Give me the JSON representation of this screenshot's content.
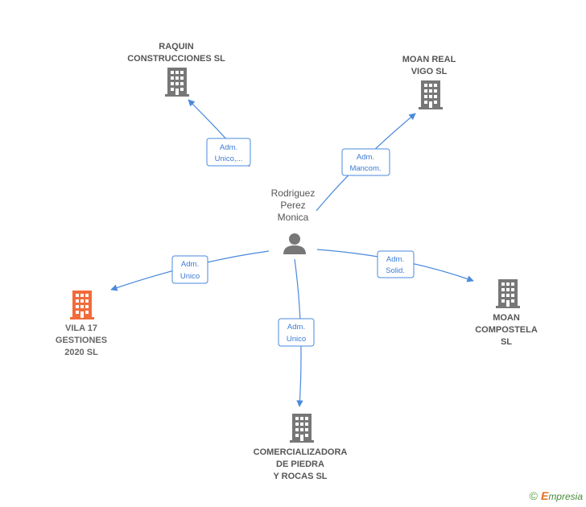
{
  "center": {
    "label_lines": [
      "Rodriguez",
      "Perez",
      "Monica"
    ],
    "icon": "person-icon"
  },
  "companies": [
    {
      "id": "raquin",
      "label_lines": [
        "RAQUIN",
        "CONSTRUCCIONES SL"
      ],
      "icon": "building-icon",
      "color": "#777777"
    },
    {
      "id": "moan-real-vigo",
      "label_lines": [
        "MOAN REAL",
        "VIGO  SL"
      ],
      "icon": "building-icon",
      "color": "#777777"
    },
    {
      "id": "vila17",
      "label_lines": [
        "VILA 17",
        "GESTIONES",
        "2020  SL"
      ],
      "icon": "building-icon",
      "color": "#f26b3a"
    },
    {
      "id": "moan-compostela",
      "label_lines": [
        "MOAN",
        "COMPOSTELA",
        "SL"
      ],
      "icon": "building-icon",
      "color": "#777777"
    },
    {
      "id": "comercializadora",
      "label_lines": [
        "COMERCIALIZADORA",
        "DE PIEDRA",
        "Y ROCAS  SL"
      ],
      "icon": "building-icon",
      "color": "#777777"
    }
  ],
  "edges": [
    {
      "to": "raquin",
      "label_lines": [
        "Adm.",
        "Unico,..."
      ]
    },
    {
      "to": "moan-real-vigo",
      "label_lines": [
        "Adm.",
        "Mancom."
      ]
    },
    {
      "to": "vila17",
      "label_lines": [
        "Adm.",
        "Unico"
      ]
    },
    {
      "to": "moan-compostela",
      "label_lines": [
        "Adm.",
        "Solid."
      ]
    },
    {
      "to": "comercializadora",
      "label_lines": [
        "Adm.",
        "Unico"
      ]
    }
  ],
  "colors": {
    "edge": "#4a89dc",
    "edge_label_text": "#3a7bd5",
    "building_default": "#777777",
    "building_focus": "#f26b3a"
  },
  "footer": {
    "copyright_symbol": "©",
    "brand_initial": "E",
    "brand_rest": "mpresia"
  }
}
